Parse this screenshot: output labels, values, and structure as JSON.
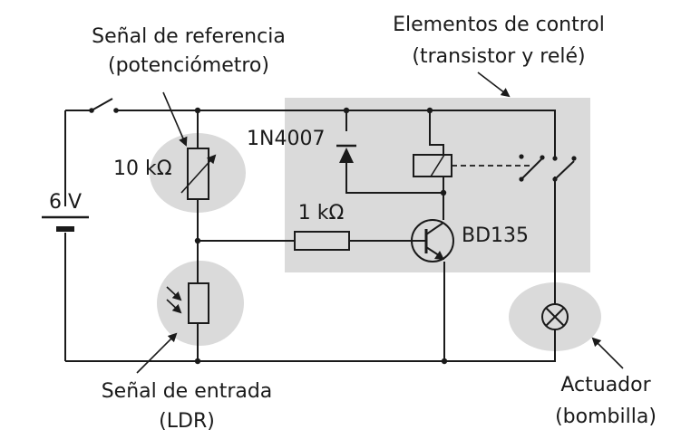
{
  "captions": {
    "reference_line1": "Señal de referencia",
    "reference_line2": "(potenciómetro)",
    "control_line1": "Elementos de control",
    "control_line2": "(transistor y relé)",
    "input_line1": "Señal de entrada",
    "input_line2": "(LDR)",
    "actuator_line1": "Actuador",
    "actuator_line2": "(bombilla)"
  },
  "components": {
    "battery_label": "6 V",
    "potentiometer_value": "10 kΩ",
    "resistor_value": "1 kΩ",
    "diode_label": "1N4007",
    "transistor_label": "BD135"
  },
  "colors": {
    "highlight": "#dadada",
    "ink": "#1a1a1a"
  }
}
